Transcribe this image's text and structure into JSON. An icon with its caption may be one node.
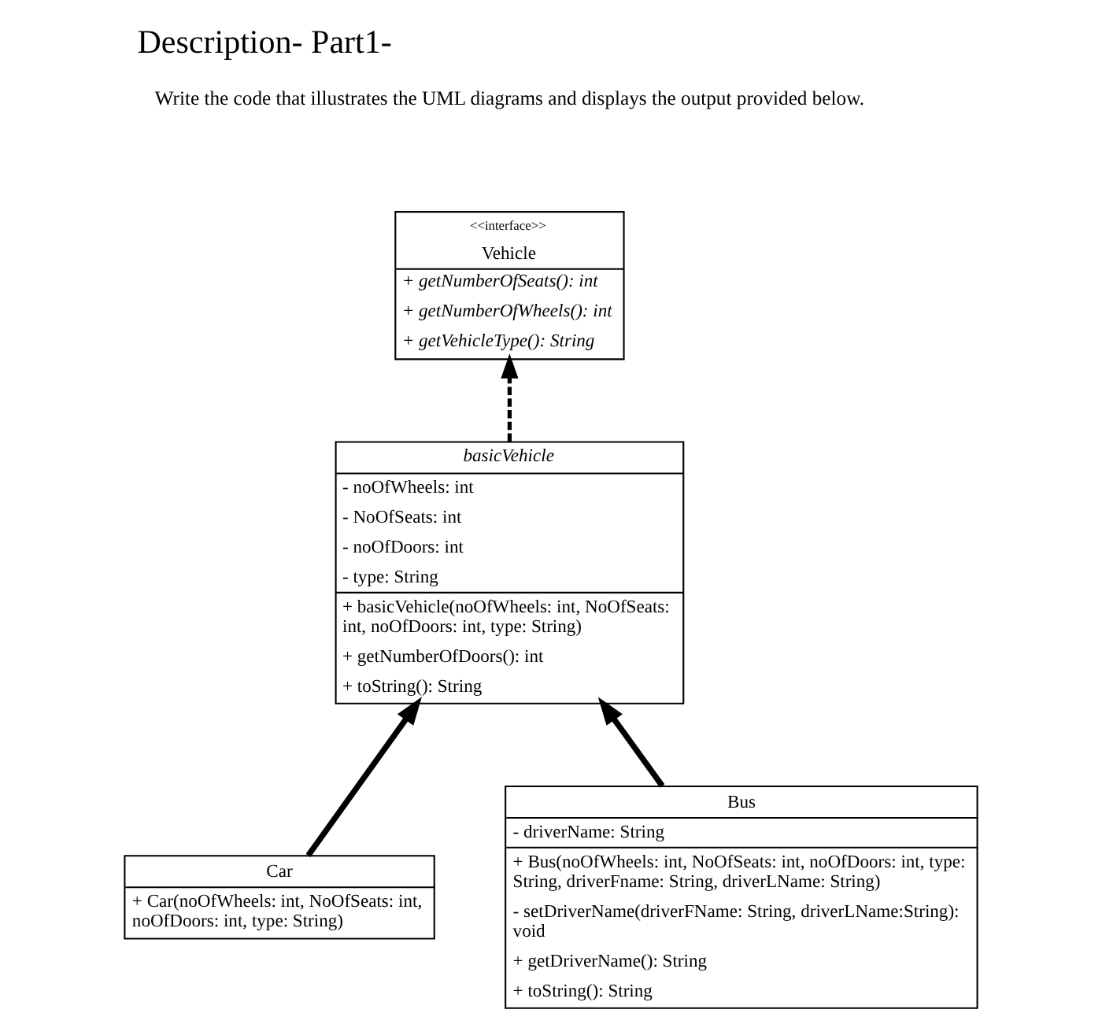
{
  "diagram": {
    "title": "Description- Part1-",
    "nodes": [
      {
        "text": [
          "<<interface>>",
          "Vehicle",
          "+ getNumberOfSeats(): int",
          "+ getNumberOfWheels(): int",
          "+ getVehicleType(): String"
        ]
      },
      {
        "text": [
          "basicVehicle",
          "- noOfWheels: int",
          "- NoOfSeats: int",
          "- noOfDoors: int",
          "- type: String",
          "+ basicVehicle(noOfWheels: int, NoOfSeats: int, noOfDoors: int, type: String)",
          "+ getNumberOfDoors(): int",
          "+ toString(): String"
        ]
      },
      {
        "text": [
          "Car",
          "+ Car(noOfWheels: int, NoOfSeats: int, noOfDoors: int, type: String)"
        ]
      },
      {
        "text": [
          "Bus",
          "- driverName: String",
          "+ Bus(noOfWheels: int, NoOfSeats: int, noOfDoors: int, type: String, driverFname: String, driverLName: String)",
          "- setDriverName(driverFName: String, driverLName:String): void",
          "+ getDriverName(): String",
          "+ toString(): String"
        ]
      }
    ],
    "edges": [
      {
        "from": 1,
        "to": 0,
        "arrow": "to",
        "style": "dashed"
      },
      {
        "from": 2,
        "to": 1,
        "arrow": "to"
      },
      {
        "from": 3,
        "to": 1,
        "arrow": "to"
      }
    ],
    "labels": [
      "Write the code that illustrates the UML diagrams and displays the output provided below."
    ]
  }
}
